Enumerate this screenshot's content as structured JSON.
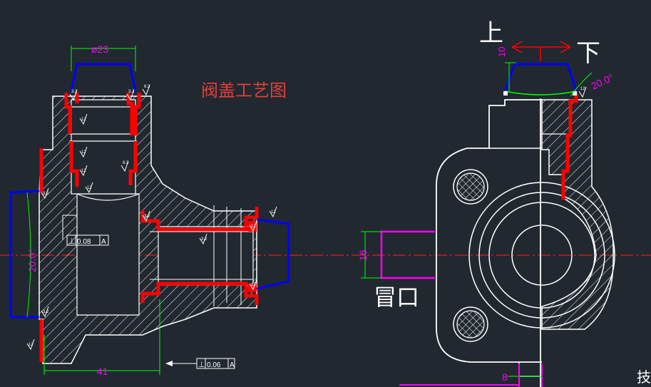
{
  "title": "阀盖工艺图",
  "annotations": {
    "top_label": "上",
    "bottom_label": "下",
    "riser_label": "冒口",
    "corner_label": "技"
  },
  "dimensions": {
    "diameter": "ø23",
    "width": "41",
    "riser_height": "16",
    "riser_width": "8",
    "height_small": "10",
    "draft_left": "20.0°",
    "draft_right": "20.0°"
  },
  "tolerances": {
    "upper_symbol": "⊥",
    "upper_value": "0.08",
    "upper_datum": "A",
    "lower_symbol": "⊥",
    "lower_value": "0.06",
    "lower_datum": "A"
  },
  "roughness_marks": [
    "3.2",
    "3.2",
    "12",
    "6.3",
    "12",
    "12",
    "6.3",
    "12",
    "3.2",
    "3.2",
    "3.2",
    "3.2",
    "12",
    "12",
    "12",
    "12",
    "12",
    "6.3"
  ],
  "colors": {
    "background": "#212830",
    "outline": "#ffffff",
    "machining_allowance": "#ff0000",
    "core_outline": "#0000ff",
    "dimension": "#00ff00",
    "riser": "#ff00ff",
    "centerline": "#ff2020",
    "title_text": "#e0403a"
  }
}
